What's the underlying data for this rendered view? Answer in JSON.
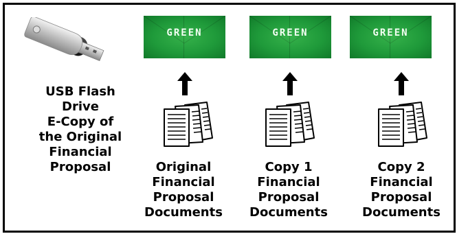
{
  "usb": {
    "caption": [
      "USB Flash",
      "Drive",
      "E-Copy of",
      "the Original",
      "Financial",
      "Proposal"
    ]
  },
  "columns": [
    {
      "envelope_label": "GREEN",
      "caption": [
        "Original",
        "Financial",
        "Proposal",
        "Documents"
      ]
    },
    {
      "envelope_label": "GREEN",
      "caption": [
        "Copy 1",
        "Financial",
        "Proposal",
        "Documents"
      ]
    },
    {
      "envelope_label": "GREEN",
      "caption": [
        "Copy 2",
        "Financial",
        "Proposal",
        "Documents"
      ]
    }
  ],
  "colors": {
    "envelope_green": "#1f9a3a",
    "border": "#000000"
  },
  "icons": [
    "usb-flash-drive-icon",
    "green-envelope",
    "up-arrow-icon",
    "documents-icon"
  ]
}
